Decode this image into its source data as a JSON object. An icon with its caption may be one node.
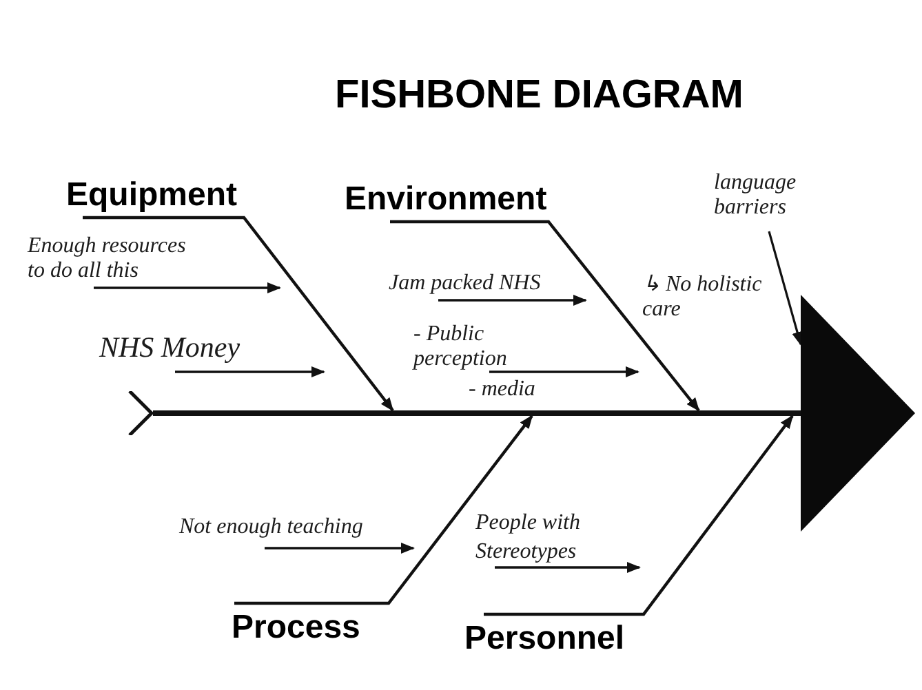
{
  "diagram": {
    "title": "FISHBONE DIAGRAM",
    "nodes": [
      {
        "text": [
          "Equipment"
        ]
      },
      {
        "text": [
          "Environment"
        ]
      },
      {
        "text": [
          "language barriers"
        ]
      },
      {
        "text": [
          "Enough resources to do all this"
        ]
      },
      {
        "text": [
          "Jam packed NHS"
        ]
      },
      {
        "text": [
          "- Public perception"
        ]
      },
      {
        "text": [
          "NHS Money"
        ]
      },
      {
        "text": [],
        "shape": "chevron"
      },
      {
        "text": [],
        "shape": "bar"
      },
      {
        "text": [],
        "shape": "triangle"
      },
      {
        "text": [
          "Not enough teaching"
        ]
      },
      {
        "text": [
          "People with Stereotypes"
        ]
      },
      {
        "text": [
          "Process"
        ]
      },
      {
        "text": [
          "Personnel"
        ]
      }
    ],
    "edges": [
      {
        "from": 0,
        "to": 8,
        "arrow": "to"
      },
      {
        "from": 1,
        "to": 8,
        "arrow": "to"
      },
      {
        "from": 2,
        "to": 9,
        "arrow": "to"
      },
      {
        "from": 3,
        "to": null,
        "arrow": "to"
      },
      {
        "from": 4,
        "to": null,
        "arrow": "to"
      },
      {
        "from": 5,
        "to": null,
        "arrow": "to"
      },
      {
        "from": 6,
        "to": null,
        "arrow": "to"
      },
      {
        "from": 12,
        "to": 8,
        "arrow": "to"
      },
      {
        "from": 13,
        "to": 8,
        "arrow": "to"
      },
      {
        "from": 10,
        "to": null,
        "arrow": "to"
      },
      {
        "from": 11,
        "to": null,
        "arrow": "to"
      }
    ],
    "labels": [
      "↳ No holistic care",
      "- media"
    ]
  }
}
